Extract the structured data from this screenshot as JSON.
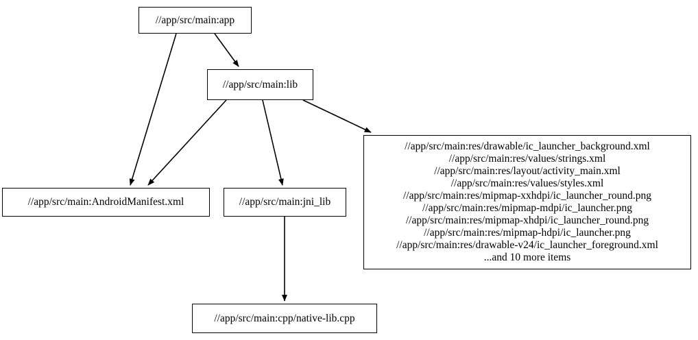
{
  "graph": {
    "type": "directed-dependency-graph",
    "background_color": "#ffffff",
    "node_border_color": "#000000",
    "edge_color": "#000000",
    "text_color": "#000000"
  },
  "nodes": {
    "app": {
      "id": "app",
      "label": "//app/src/main:app"
    },
    "lib": {
      "id": "lib",
      "label": "//app/src/main:lib"
    },
    "manifest": {
      "id": "manifest",
      "label": "//app/src/main:AndroidManifest.xml"
    },
    "jni_lib": {
      "id": "jni_lib",
      "label": "//app/src/main:jni_lib"
    },
    "native_lib": {
      "id": "native_lib",
      "label": "//app/src/main:cpp/native-lib.cpp"
    },
    "resources": {
      "id": "resources",
      "lines": [
        "//app/src/main:res/drawable/ic_launcher_background.xml",
        "//app/src/main:res/values/strings.xml",
        "//app/src/main:res/layout/activity_main.xml",
        "//app/src/main:res/values/styles.xml",
        "//app/src/main:res/mipmap-xxhdpi/ic_launcher_round.png",
        "//app/src/main:res/mipmap-mdpi/ic_launcher.png",
        "//app/src/main:res/mipmap-xhdpi/ic_launcher_round.png",
        "//app/src/main:res/mipmap-hdpi/ic_launcher.png",
        "//app/src/main:res/drawable-v24/ic_launcher_foreground.xml",
        "...and 10 more items"
      ],
      "label": "//app/src/main:res/drawable/ic_launcher_background.xml\n//app/src/main:res/values/strings.xml\n//app/src/main:res/layout/activity_main.xml\n//app/src/main:res/values/styles.xml\n//app/src/main:res/mipmap-xxhdpi/ic_launcher_round.png\n//app/src/main:res/mipmap-mdpi/ic_launcher.png\n//app/src/main:res/mipmap-xhdpi/ic_launcher_round.png\n//app/src/main:res/mipmap-hdpi/ic_launcher.png\n//app/src/main:res/drawable-v24/ic_launcher_foreground.xml\n...and 10 more items",
      "overflow_note": "...and 10 more items",
      "overflow_count": 10
    }
  },
  "edges": [
    {
      "from": "app",
      "to": "manifest"
    },
    {
      "from": "app",
      "to": "lib"
    },
    {
      "from": "lib",
      "to": "manifest"
    },
    {
      "from": "lib",
      "to": "jni_lib"
    },
    {
      "from": "lib",
      "to": "resources"
    },
    {
      "from": "jni_lib",
      "to": "native_lib"
    }
  ]
}
